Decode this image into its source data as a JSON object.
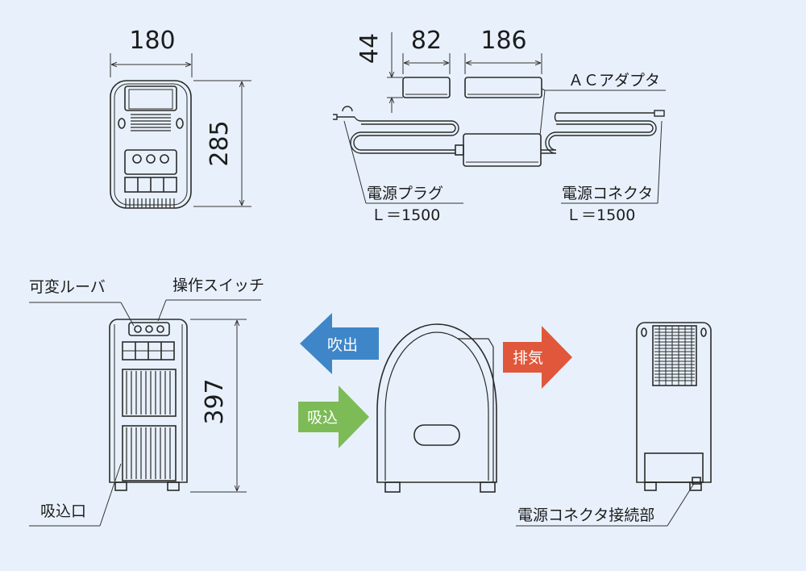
{
  "dimensions": {
    "top_width": "180",
    "top_height": "285",
    "accessory_height": "44",
    "box_small_width": "82",
    "box_large_width": "186",
    "front_height": "397"
  },
  "labels": {
    "ac_adapter": "ＡＣアダプタ",
    "power_plug": "電源プラグ",
    "power_plug_length": "Ｌ＝1500",
    "power_connector": "電源コネクタ",
    "power_connector_length": "Ｌ＝1500",
    "louver": "可変ルーバ",
    "switch": "操作スイッチ",
    "intake_port": "吸込口",
    "connector_port": "電源コネクタ接続部"
  },
  "arrows": {
    "blow_out": {
      "text": "吹出",
      "color": "#3f86c9"
    },
    "intake": {
      "text": "吸込",
      "color": "#7dbb57"
    },
    "exhaust": {
      "text": "排気",
      "color": "#e0573b"
    }
  },
  "colors": {
    "background": "#e8f1fb",
    "line": "#2a2a2a"
  }
}
